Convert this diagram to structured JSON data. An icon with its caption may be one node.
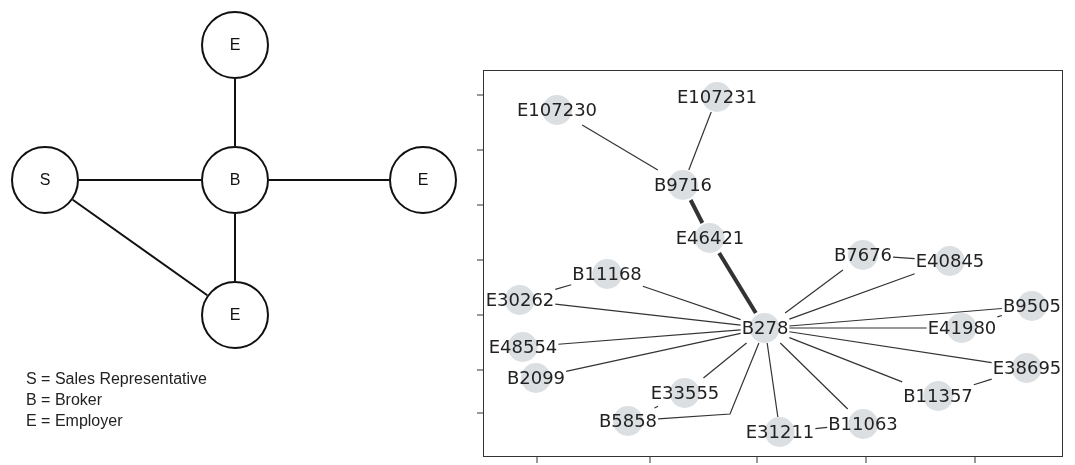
{
  "diagram": {
    "nodes": [
      {
        "text": [
          "E"
        ]
      },
      {
        "text": [
          "S"
        ]
      },
      {
        "text": [
          "B"
        ]
      },
      {
        "text": [
          "E"
        ]
      },
      {
        "text": [
          "E"
        ]
      },
      {
        "text": [
          "E107230"
        ]
      },
      {
        "text": [
          "E107231"
        ]
      },
      {
        "text": [
          "B9716"
        ]
      },
      {
        "text": [
          "E46421"
        ]
      },
      {
        "text": [
          "B7676"
        ]
      },
      {
        "text": [
          "E40845"
        ]
      },
      {
        "text": [
          "B11168"
        ]
      },
      {
        "text": [
          "E30262"
        ]
      },
      {
        "text": [
          "B278"
        ]
      },
      {
        "text": [
          "B9505"
        ]
      },
      {
        "text": [
          "E41980"
        ]
      },
      {
        "text": [
          "E48554"
        ]
      },
      {
        "text": [
          "B2099"
        ]
      },
      {
        "text": [
          "E38695"
        ]
      },
      {
        "text": [
          "B11357"
        ]
      },
      {
        "text": [
          "E33555"
        ]
      },
      {
        "text": [
          "B5858"
        ]
      },
      {
        "text": [
          "E31211"
        ]
      },
      {
        "text": [
          "B11063"
        ]
      }
    ],
    "edges": [
      {
        "from": 0,
        "to": 2,
        "arrow": "none"
      },
      {
        "from": 1,
        "to": 2,
        "arrow": "none"
      },
      {
        "from": 2,
        "to": 3,
        "arrow": "none"
      },
      {
        "from": 2,
        "to": 4,
        "arrow": "none"
      },
      {
        "from": 1,
        "to": 4,
        "arrow": "none"
      },
      {
        "from": 5,
        "to": 7,
        "arrow": "none"
      },
      {
        "from": 6,
        "to": 7,
        "arrow": "none"
      },
      {
        "from": 7,
        "to": 8,
        "arrow": "none",
        "style": "thick"
      },
      {
        "from": 8,
        "to": 13,
        "arrow": "none",
        "style": "thick"
      },
      {
        "from": 11,
        "to": 12,
        "arrow": "none"
      },
      {
        "from": 11,
        "to": 13,
        "arrow": "none"
      },
      {
        "from": 12,
        "to": 13,
        "arrow": "none"
      },
      {
        "from": 16,
        "to": 13,
        "arrow": "none"
      },
      {
        "from": 17,
        "to": 13,
        "arrow": "none"
      },
      {
        "from": 20,
        "to": 13,
        "arrow": "none"
      },
      {
        "from": 21,
        "to": 13,
        "arrow": "none"
      },
      {
        "from": 21,
        "to": 20,
        "arrow": "none"
      },
      {
        "from": 13,
        "to": 9,
        "arrow": "none"
      },
      {
        "from": 9,
        "to": 10,
        "arrow": "none"
      },
      {
        "from": 13,
        "to": 10,
        "arrow": "none"
      },
      {
        "from": 13,
        "to": 14,
        "arrow": "none"
      },
      {
        "from": 13,
        "to": 15,
        "arrow": "none"
      },
      {
        "from": 15,
        "to": 14,
        "arrow": "none"
      },
      {
        "from": 13,
        "to": 18,
        "arrow": "none"
      },
      {
        "from": 13,
        "to": 19,
        "arrow": "none"
      },
      {
        "from": 19,
        "to": 18,
        "arrow": "none"
      },
      {
        "from": 13,
        "to": 22,
        "arrow": "none"
      },
      {
        "from": 13,
        "to": 23,
        "arrow": "none"
      },
      {
        "from": 22,
        "to": 23,
        "arrow": "none"
      }
    ],
    "labels": [
      "S = Sales Representative",
      "B = Broker",
      "E = Employer"
    ]
  }
}
